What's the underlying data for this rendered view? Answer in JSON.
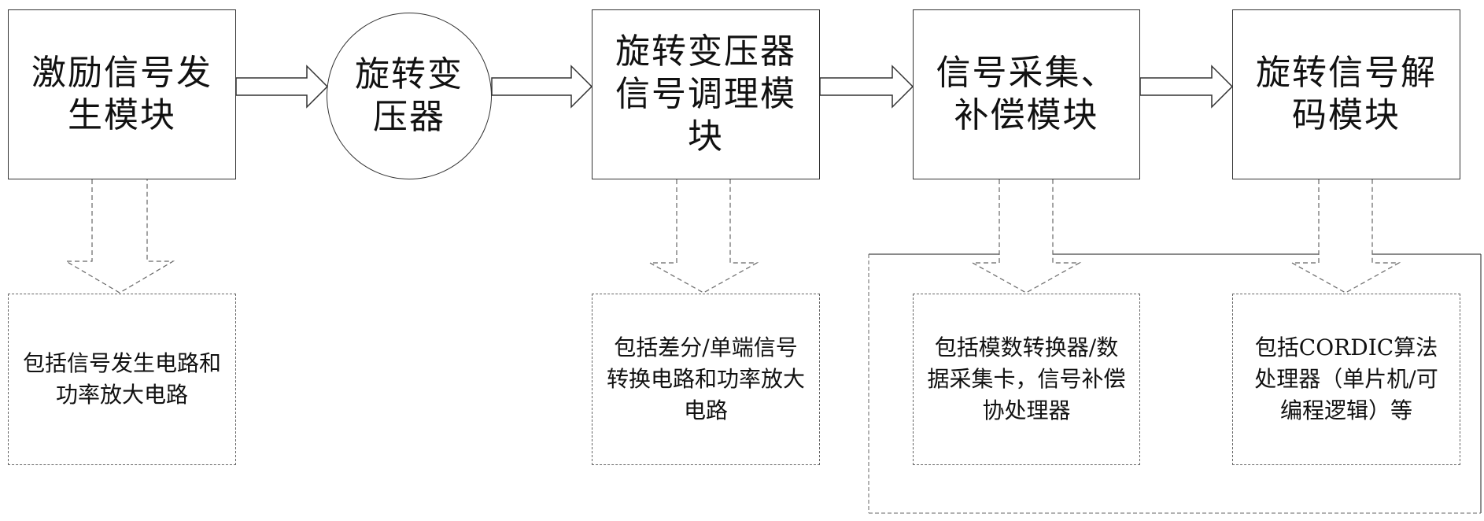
{
  "modules": [
    {
      "id": "excitation",
      "label": "激励信号发生模块"
    },
    {
      "id": "resolver",
      "label": "旋转变压器"
    },
    {
      "id": "conditioning",
      "label": "旋转变压器信号调理模块"
    },
    {
      "id": "acquisition",
      "label": "信号采集、补偿模块"
    },
    {
      "id": "decoding",
      "label": "旋转信号解码模块"
    }
  ],
  "details": [
    {
      "id": "excitation",
      "text": "包括信号发生电路和功率放大电路"
    },
    {
      "id": "conditioning",
      "text": "包括差分/单端信号转换电路和功率放大电路"
    },
    {
      "id": "acquisition",
      "text": "包括模数转换器/数据采集卡，信号补偿协处理器"
    },
    {
      "id": "decoding",
      "text": "包括CORDIC算法处理器（单片机/可编程逻辑）等"
    }
  ],
  "colors": {
    "line": "#333333",
    "dashed": "#666666",
    "background": "#ffffff"
  }
}
